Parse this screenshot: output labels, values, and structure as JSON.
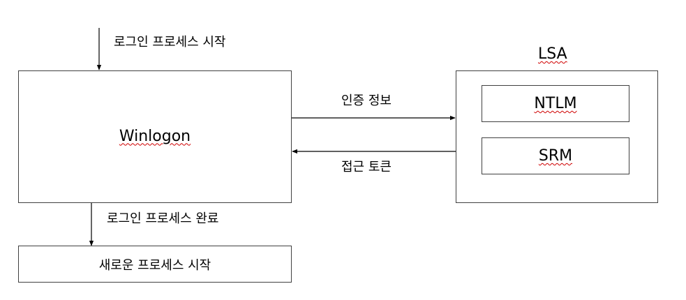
{
  "diagram": {
    "start_label": "로그인 프로세스 시작",
    "winlogon_label": "Winlogon",
    "lsa_title": "LSA",
    "ntlm_label": "NTLM",
    "srm_label": "SRM",
    "auth_info_label": "인증 정보",
    "access_token_label": "접근 토큰",
    "done_label": "로그인 프로세스 완료",
    "new_process_label": "새로운 프로세스 시작"
  },
  "colors": {
    "line": "#000000",
    "box_border": "#404040",
    "spellcheck_underline": "#d00000"
  }
}
